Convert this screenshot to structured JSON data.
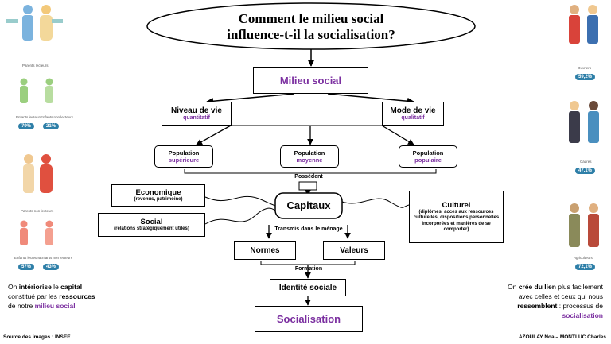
{
  "title": {
    "line1": "Comment le milieu social",
    "line2": "influence-t-il la socialisation?"
  },
  "milieu": "Milieu social",
  "niveau": {
    "label": "Niveau de vie",
    "sub": "quantitatif"
  },
  "mode": {
    "label": "Mode de vie",
    "sub": "qualitatif"
  },
  "populations": [
    {
      "label": "Population",
      "sub": "supérieure"
    },
    {
      "label": "Population",
      "sub": "moyenne"
    },
    {
      "label": "Population",
      "sub": "populaire"
    }
  ],
  "possedent": "Possèdent",
  "capitaux": "Capitaux",
  "economique": {
    "label": "Economique",
    "sub": "(revenus, patrimoine)"
  },
  "social": {
    "label": "Social",
    "sub": "(relations stratégiquement utiles)"
  },
  "culturel": {
    "label": "Culturel",
    "sub": "(diplômes, accès aux ressources culturelles, dispositions personnelles incorporées et manières de se comporter)"
  },
  "transmis": "Transmis dans le ménage",
  "normes": "Normes",
  "valeurs": "Valeurs",
  "formation": "Formation",
  "identite": "Identité sociale",
  "socialisation": "Socialisation",
  "left_figures": {
    "parents_lecteurs": "Parents lecteurs",
    "enfants_lecteurs": "Enfants lecteurs",
    "enfants_non_lecteurs": "Enfants non lecteurs",
    "pct1": "79%",
    "pct2": "21%",
    "parents_non_lecteurs": "Parents non lecteurs",
    "enfants_lecteurs_2": "Enfants lecteurs",
    "enfants_non_lecteurs_2": "Enfants non lecteurs",
    "pct3": "57%",
    "pct4": "43%"
  },
  "right_figures": {
    "ouvriers": "Ouvriers",
    "ouvriers_pct": "59,2%",
    "cadres": "Cadres",
    "cadres_pct": "47,1%",
    "agriculteurs": "Agriculteurs",
    "agriculteurs_pct": "72,1%"
  },
  "left_note": {
    "p1": "On ",
    "b1": "intériorise",
    "p2": " le ",
    "b2": "capital",
    "p3": " constitué par les ",
    "b3": "ressources",
    "p4": " de notre ",
    "b4": "milieu social"
  },
  "right_note": {
    "p1": "On ",
    "b1": "crée du lien",
    "p2": " plus facilement avec celles et ceux qui nous ",
    "b2": "ressemblent",
    "p3": " : processus de ",
    "b3": "socialisation"
  },
  "source": "Source des images : INSEE",
  "authors": "AZOULAY Noa – MONTLUC Charles",
  "colors": {
    "purple": "#7b2fa0",
    "badge": "#2e7fa8"
  }
}
